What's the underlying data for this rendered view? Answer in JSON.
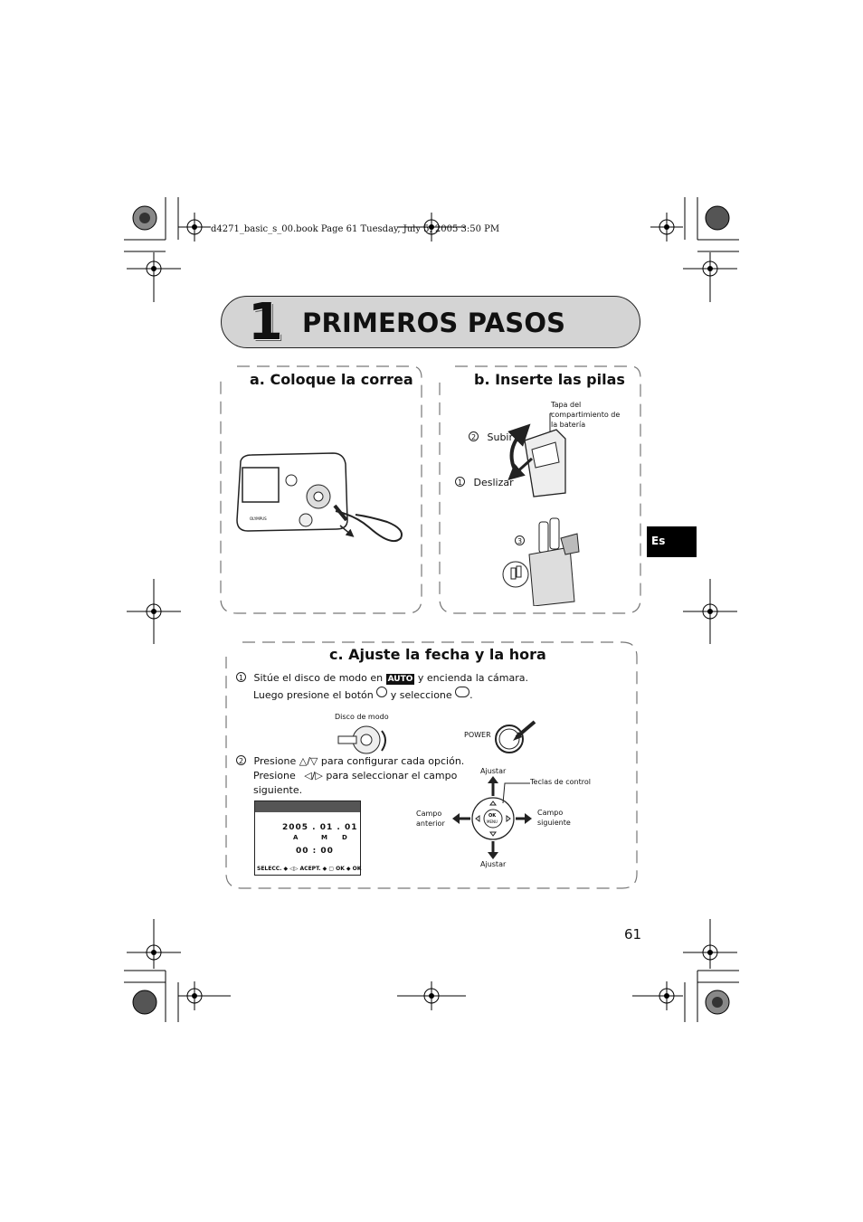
{
  "header": {
    "file_info": "d4271_basic_s_00.book  Page 61  Tuesday, July 5, 2005  3:50 PM"
  },
  "chapter": {
    "number": "1",
    "title": "PRIMEROS PASOS"
  },
  "section_a": {
    "title": "a. Coloque la correa"
  },
  "section_b": {
    "title": "b. Inserte las pilas",
    "cover_label_1": "Tapa del",
    "cover_label_2": "compartimiento de",
    "cover_label_3": "la batería",
    "step2_num": "2",
    "step2_label": "Subir",
    "step1_num": "1",
    "step1_label": "Deslizar",
    "step3_num": "3"
  },
  "section_c": {
    "title": "c. Ajuste la fecha y la hora",
    "step1_num": "1",
    "step1_line1_a": "Sitúe el disco de modo en",
    "auto_label": "AUTO",
    "step1_line1_b": "y encienda la cámara.",
    "step1_line2_a": "Luego presione el botón",
    "step1_line2_b": "y seleccione",
    "step1_line2_c": ".",
    "mode_dial_label": "Disco de modo",
    "power_label": "POWER",
    "step2_num": "2",
    "step2_line1_a": "Presione",
    "step2_line1_b": "para configurar cada opción.",
    "step2_line2_a": "Presione",
    "step2_line2_b": "para seleccionar el campo",
    "step2_line3": "siguiente.",
    "ajustar_top": "Ajustar",
    "ajustar_bottom": "Ajustar",
    "control_keys": "Teclas de control",
    "prev_field_1": "Campo",
    "prev_field_2": "anterior",
    "next_field_1": "Campo",
    "next_field_2": "siguiente",
    "lcd": {
      "date": "2005 . 01 . 01",
      "a": "A",
      "m": "M",
      "d": "D",
      "time": "00 : 00",
      "footer": "SELECC. ◆ ◁▷  ACEPT. ◆ ▢   OK ◆ OK"
    }
  },
  "side_tab": "Es",
  "page_number": "61"
}
